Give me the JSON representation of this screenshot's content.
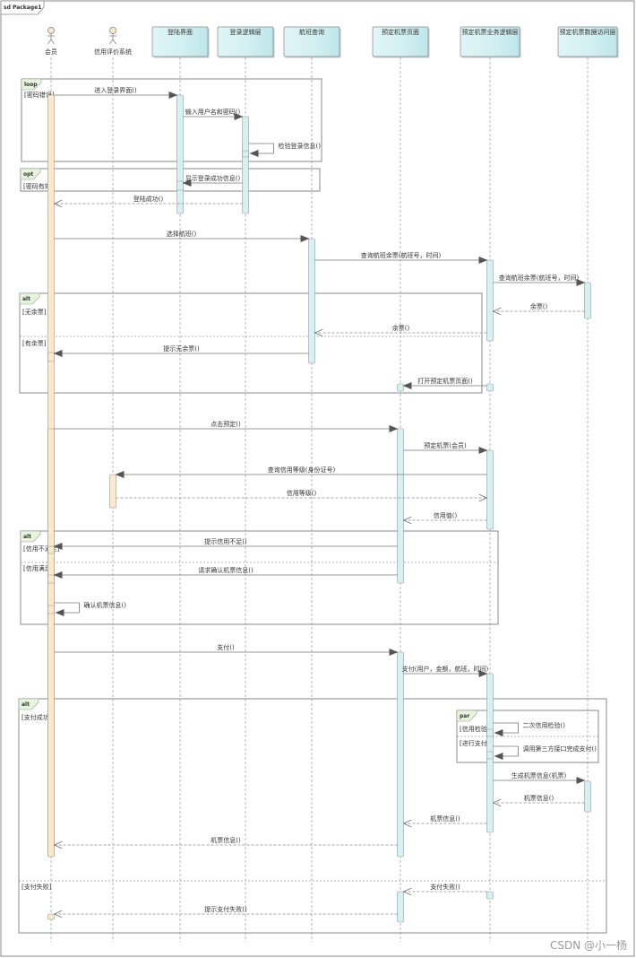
{
  "frame_title": "sd Package1",
  "watermark": "CSDN @小一杨",
  "actors": [
    {
      "id": "member",
      "label": "会员"
    },
    {
      "id": "credit",
      "label": "信用评价系统"
    }
  ],
  "lifelines": [
    {
      "id": "login_ui",
      "label": "登陆界面"
    },
    {
      "id": "login_logic",
      "label": "登录逻辑层"
    },
    {
      "id": "flight_query",
      "label": "航班查询"
    },
    {
      "id": "booking_page",
      "label": "预定机票页面"
    },
    {
      "id": "booking_logic",
      "label": "预定机票业务逻辑层"
    },
    {
      "id": "booking_dao",
      "label": "预定机票数据访问层"
    }
  ],
  "fragments": [
    {
      "type": "loop",
      "guards": [
        "[密码错误]"
      ]
    },
    {
      "type": "opt",
      "guards": [
        "[密码有效]"
      ]
    },
    {
      "type": "alt",
      "guards": [
        "[无余票]",
        "[有余票]"
      ]
    },
    {
      "type": "alt",
      "guards": [
        "[信用不满足]",
        "[信用满足]"
      ]
    },
    {
      "type": "alt",
      "guards": [
        "[支付成功]",
        "[支付失败]"
      ]
    },
    {
      "type": "par",
      "guards": [
        "[信用检验]",
        "[进行支付]"
      ]
    }
  ],
  "messages": [
    {
      "from": "会员",
      "to": "登陆界面",
      "label": "进入登录界面()",
      "kind": "sync"
    },
    {
      "from": "登陆界面",
      "to": "登录逻辑层",
      "label": "输入用户名和密码()",
      "kind": "sync"
    },
    {
      "from": "登录逻辑层",
      "to": "登录逻辑层",
      "label": "检验登录信息()",
      "kind": "self"
    },
    {
      "from": "登录逻辑层",
      "to": "登陆界面",
      "label": "显示登录成功信息()",
      "kind": "sync"
    },
    {
      "from": "登录逻辑层",
      "to": "会员",
      "label": "登陆成功()",
      "kind": "return"
    },
    {
      "from": "会员",
      "to": "航班查询",
      "label": "选择航班()",
      "kind": "sync"
    },
    {
      "from": "航班查询",
      "to": "预定机票业务逻辑层",
      "label": "查询航班余票(航班号，时间)",
      "kind": "sync"
    },
    {
      "from": "预定机票业务逻辑层",
      "to": "预定机票数据访问层",
      "label": "查询航班余票(航班号，时间)",
      "kind": "sync"
    },
    {
      "from": "预定机票数据访问层",
      "to": "预定机票业务逻辑层",
      "label": "余票()",
      "kind": "return"
    },
    {
      "from": "预定机票业务逻辑层",
      "to": "航班查询",
      "label": "余票()",
      "kind": "return"
    },
    {
      "from": "航班查询",
      "to": "会员",
      "label": "提示无余票()",
      "kind": "sync"
    },
    {
      "from": "预定机票业务逻辑层",
      "to": "预定机票页面",
      "label": "打开预定机票页面()",
      "kind": "sync"
    },
    {
      "from": "会员",
      "to": "预定机票页面",
      "label": "点击预定()",
      "kind": "sync"
    },
    {
      "from": "预定机票页面",
      "to": "预定机票业务逻辑层",
      "label": "预定机票(会员)",
      "kind": "sync"
    },
    {
      "from": "预定机票业务逻辑层",
      "to": "信用评价系统",
      "label": "查询信用等级(身份证号)",
      "kind": "sync"
    },
    {
      "from": "信用评价系统",
      "to": "预定机票业务逻辑层",
      "label": "信用等级()",
      "kind": "return"
    },
    {
      "from": "预定机票业务逻辑层",
      "to": "预定机票页面",
      "label": "信用值()",
      "kind": "return"
    },
    {
      "from": "预定机票页面",
      "to": "会员",
      "label": "提示信用不足()",
      "kind": "sync"
    },
    {
      "from": "预定机票页面",
      "to": "会员",
      "label": "请求确认机票信息()",
      "kind": "sync"
    },
    {
      "from": "会员",
      "to": "会员",
      "label": "确认机票信息()",
      "kind": "self"
    },
    {
      "from": "会员",
      "to": "预定机票页面",
      "label": "支付()",
      "kind": "sync"
    },
    {
      "from": "预定机票页面",
      "to": "预定机票业务逻辑层",
      "label": "支付(用户，金额，航班，时间)",
      "kind": "sync"
    },
    {
      "from": "预定机票业务逻辑层",
      "to": "预定机票业务逻辑层",
      "label": "二次信用检验()",
      "kind": "self"
    },
    {
      "from": "预定机票业务逻辑层",
      "to": "预定机票业务逻辑层",
      "label": "调用第三方接口完成支付()",
      "kind": "self"
    },
    {
      "from": "预定机票业务逻辑层",
      "to": "预定机票数据访问层",
      "label": "生成机票信息(机票)",
      "kind": "sync"
    },
    {
      "from": "预定机票数据访问层",
      "to": "预定机票业务逻辑层",
      "label": "机票信息()",
      "kind": "return"
    },
    {
      "from": "预定机票业务逻辑层",
      "to": "预定机票页面",
      "label": "机票信息()",
      "kind": "return"
    },
    {
      "from": "预定机票页面",
      "to": "会员",
      "label": "机票信息()",
      "kind": "return"
    },
    {
      "from": "预定机票业务逻辑层",
      "to": "预定机票页面",
      "label": "支付失败()",
      "kind": "return"
    },
    {
      "from": "预定机票页面",
      "to": "会员",
      "label": "提示支付失败()",
      "kind": "return"
    }
  ],
  "colors": {
    "lifeline_box": "#c9eef0",
    "activation_blue": "#d6f1f3",
    "activation_member": "#fbe9cc",
    "fragment_tag": "#e6f5dc",
    "line": "#666666"
  }
}
